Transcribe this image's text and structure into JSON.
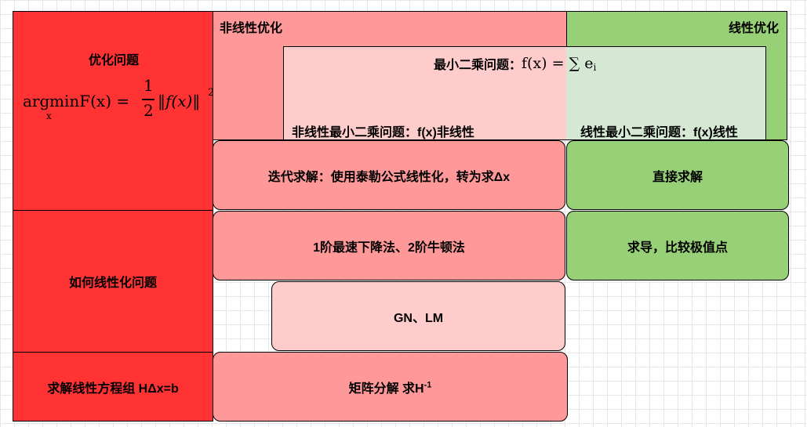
{
  "left_column": {
    "optimization": {
      "title": "优化问题",
      "formula": {
        "arg": "arg",
        "sub": "x",
        "min": "minF(x) =",
        "frac_num": "1",
        "frac_den": "2",
        "norm": "‖f(x)‖",
        "power": "2"
      }
    },
    "linearize": {
      "title": "如何线性化问题"
    },
    "solve": {
      "title": "求解线性方程组 HΔx=b"
    }
  },
  "nonlinear": {
    "title": "非线性优化",
    "subtitle": "非线性最小二乘问题：f(x)非线性",
    "iterative": "迭代求解：使用泰勒公式线性化，转为求Δx",
    "methods": "1阶最速下降法、2阶牛顿法",
    "gn_lm": "GN、LM",
    "matrix_label": "矩阵分解 求H",
    "matrix_sup": "-1"
  },
  "linear": {
    "title": "线性优化",
    "subtitle": "线性最小二乘问题：f(x)线性",
    "direct": "直接求解",
    "derivative": "求导，比较极值点"
  },
  "least_squares": {
    "label": "最小二乘问题：",
    "formula": "f(x) = ∑ e",
    "formula_sub": "i"
  },
  "colors": {
    "red": "#ff3333",
    "salmon": "#ff9999",
    "pink": "#ffcccc",
    "green": "#97d077",
    "light_green": "#d5e8d4"
  }
}
